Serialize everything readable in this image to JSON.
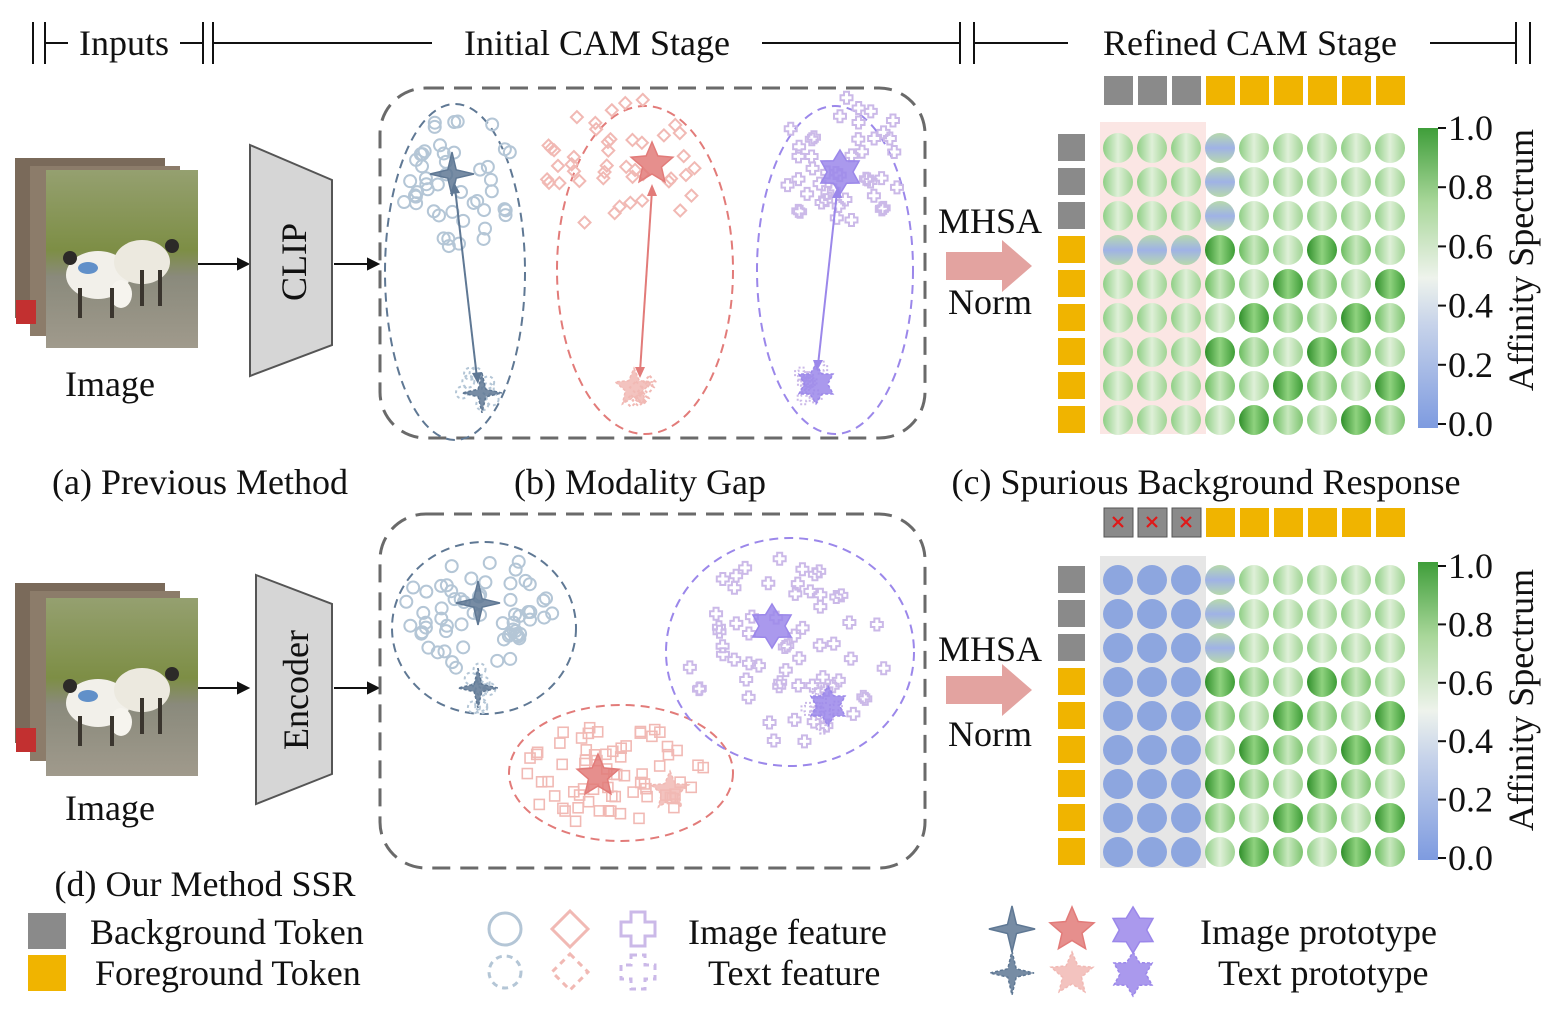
{
  "header": {
    "inputs": "Inputs",
    "initial_stage": "Initial CAM Stage",
    "refined_stage": "Refined CAM Stage"
  },
  "panel_top": {
    "image_label": "Image",
    "encoder_label": "CLIP",
    "mhsa_label": "MHSA",
    "norm_label": "Norm",
    "caption_a": "(a) Previous Method",
    "caption_b": "(b) Modality Gap",
    "caption_c": "(c) Spurious Background Response"
  },
  "panel_bottom": {
    "image_label": "Image",
    "encoder_label": "Encoder",
    "mhsa_label": "MHSA",
    "norm_label": "Norm",
    "caption_d": "(d) Our Method SSR"
  },
  "colorbar": {
    "title": "Affinity Spectrum",
    "ticks": [
      "1.0",
      "0.8",
      "0.6",
      "0.4",
      "0.2",
      "0.0"
    ]
  },
  "legend": {
    "background_token": "Background Token",
    "foreground_token": "Foreground Token",
    "image_feature": "Image feature",
    "text_feature": "Text feature",
    "image_prototype": "Image prototype",
    "text_prototype": "Text prototype"
  },
  "colors": {
    "blue_cluster": "#5f7894",
    "blue_light": "#b4c6d6",
    "red_cluster": "#e27b79",
    "red_light": "#f1b9b4",
    "purple_cluster": "#9b87ea",
    "purple_light": "#cbb9e8",
    "bg_token": "#8a8a8a",
    "fg_token": "#f0b400",
    "affinity_high": "#3c9a36",
    "affinity_low": "#8aa2de"
  }
}
